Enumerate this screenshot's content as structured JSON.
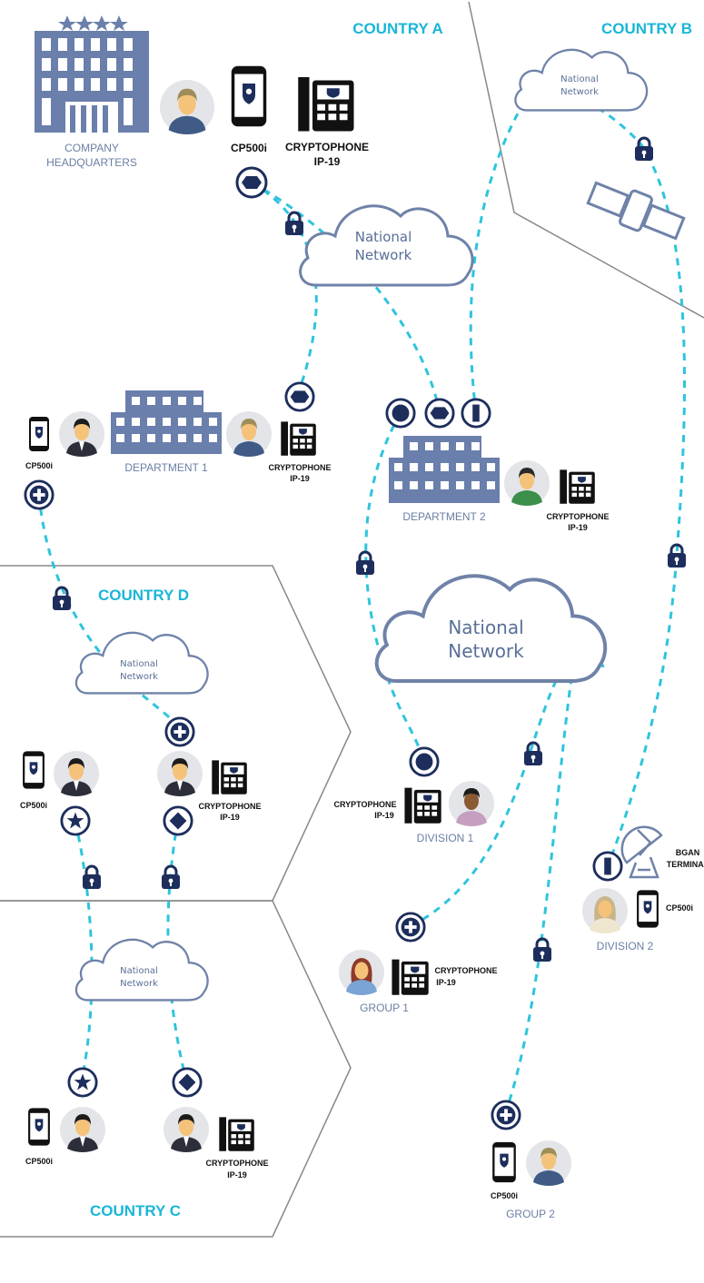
{
  "countries": {
    "a": "COUNTRY A",
    "b": "COUNTRY B",
    "c": "COUNTRY C",
    "d": "COUNTRY D"
  },
  "clouds": {
    "b": [
      "National",
      "Network"
    ],
    "a_top": [
      "National",
      "Network"
    ],
    "a_main": [
      "National",
      "Network"
    ],
    "d": [
      "National",
      "Network"
    ],
    "c": [
      "National",
      "Network"
    ]
  },
  "locations": {
    "hq": [
      "COMPANY",
      "HEADQUARTERS"
    ],
    "dept1": "DEPARTMENT 1",
    "dept2": "DEPARTMENT 2",
    "division1": "DIVISION 1",
    "division2": "DIVISION 2",
    "group1": "GROUP 1",
    "group2": "GROUP 2"
  },
  "devices": {
    "phone": "CP500i",
    "desk": [
      "CRYPTOPHONE",
      "IP-19"
    ],
    "bgan": [
      "BGAN",
      "TERMINAL"
    ]
  },
  "colors": {
    "accent": "#1ab6d8",
    "navy": "#1d2e5c",
    "building": "#6a7fab",
    "link": "#2ec4dd",
    "border": "#888888"
  },
  "icons": {
    "lock": "padlock-icon",
    "hexagon": "hexagon-badge-icon",
    "circle": "circle-badge-icon",
    "bar": "bar-badge-icon",
    "plus": "plus-badge-icon",
    "star": "star-badge-icon",
    "diamond": "diamond-badge-icon"
  }
}
